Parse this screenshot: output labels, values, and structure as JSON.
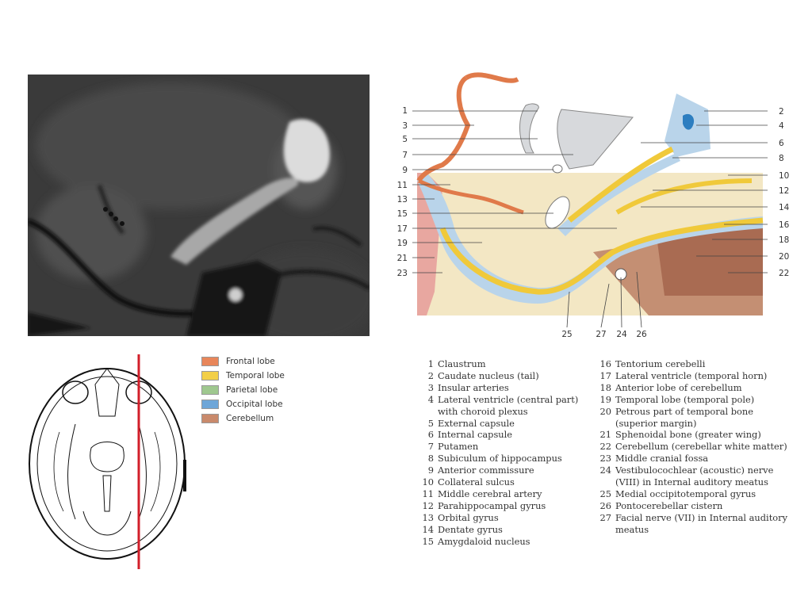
{
  "legend": [
    {
      "label": "Frontal lobe",
      "color": "#e8865a"
    },
    {
      "label": "Temporal lobe",
      "color": "#f2cf48"
    },
    {
      "label": "Parietal lobe",
      "color": "#9fc88f"
    },
    {
      "label": "Occipital lobe",
      "color": "#6ea6d8"
    },
    {
      "label": "Cerebellum",
      "color": "#c98a6c"
    }
  ],
  "callouts": {
    "left": [
      "1",
      "3",
      "5",
      "7",
      "9",
      "11",
      "13",
      "15",
      "17",
      "19",
      "21",
      "23"
    ],
    "right": [
      "2",
      "4",
      "6",
      "8",
      "10",
      "12",
      "14",
      "16",
      "18",
      "20",
      "22"
    ],
    "bottom": [
      "25",
      "27",
      "24",
      "26"
    ]
  },
  "key_left": [
    {
      "num": "1",
      "text": "Claustrum"
    },
    {
      "num": "2",
      "text": "Caudate nucleus (tail)"
    },
    {
      "num": "3",
      "text": "Insular arteries"
    },
    {
      "num": "4",
      "text": "Lateral ventricle (central part)"
    },
    {
      "num": "",
      "text": "with choroid plexus"
    },
    {
      "num": "5",
      "text": "External capsule"
    },
    {
      "num": "6",
      "text": "Internal capsule"
    },
    {
      "num": "7",
      "text": "Putamen"
    },
    {
      "num": "8",
      "text": "Subiculum of hippocampus"
    },
    {
      "num": "9",
      "text": "Anterior commissure"
    },
    {
      "num": "10",
      "text": "Collateral sulcus"
    },
    {
      "num": "11",
      "text": "Middle cerebral artery"
    },
    {
      "num": "12",
      "text": "Parahippocampal gyrus"
    },
    {
      "num": "13",
      "text": "Orbital gyrus"
    },
    {
      "num": "14",
      "text": "Dentate gyrus"
    },
    {
      "num": "15",
      "text": "Amygdaloid nucleus"
    }
  ],
  "key_right": [
    {
      "num": "16",
      "text": "Tentorium cerebelli"
    },
    {
      "num": "17",
      "text": "Lateral ventricle (temporal horn)"
    },
    {
      "num": "18",
      "text": "Anterior lobe of cerebellum"
    },
    {
      "num": "19",
      "text": "Temporal lobe (temporal pole)"
    },
    {
      "num": "20",
      "text": "Petrous part of temporal bone"
    },
    {
      "num": "",
      "text": "(superior margin)"
    },
    {
      "num": "21",
      "text": "Sphenoidal bone (greater wing)"
    },
    {
      "num": "22",
      "text": "Cerebellum (cerebellar white matter)"
    },
    {
      "num": "23",
      "text": "Middle cranial fossa"
    },
    {
      "num": "24",
      "text": "Vestibulocochlear (acoustic) nerve"
    },
    {
      "num": "",
      "text": "(VIII) in Internal auditory meatus"
    },
    {
      "num": "25",
      "text": "Medial occipitotemporal gyrus"
    },
    {
      "num": "26",
      "text": "Pontocerebellar cistern"
    },
    {
      "num": "27",
      "text": "Facial nerve (VII) in Internal auditory"
    },
    {
      "num": "",
      "text": "meatus"
    }
  ]
}
